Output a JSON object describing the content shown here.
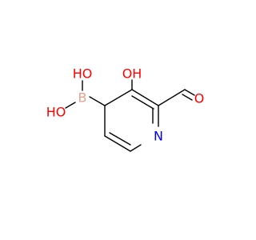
{
  "colors": {
    "carbon_bond": "#000000",
    "oxygen": "#ff0000",
    "nitrogen": "#0000ff",
    "boron": "#e8a08c"
  },
  "atoms": {
    "ho_top": "HO",
    "ho_left": "HO",
    "boron": "B",
    "oh": "OH",
    "carbonyl_o": "O",
    "ring_n": "N"
  }
}
